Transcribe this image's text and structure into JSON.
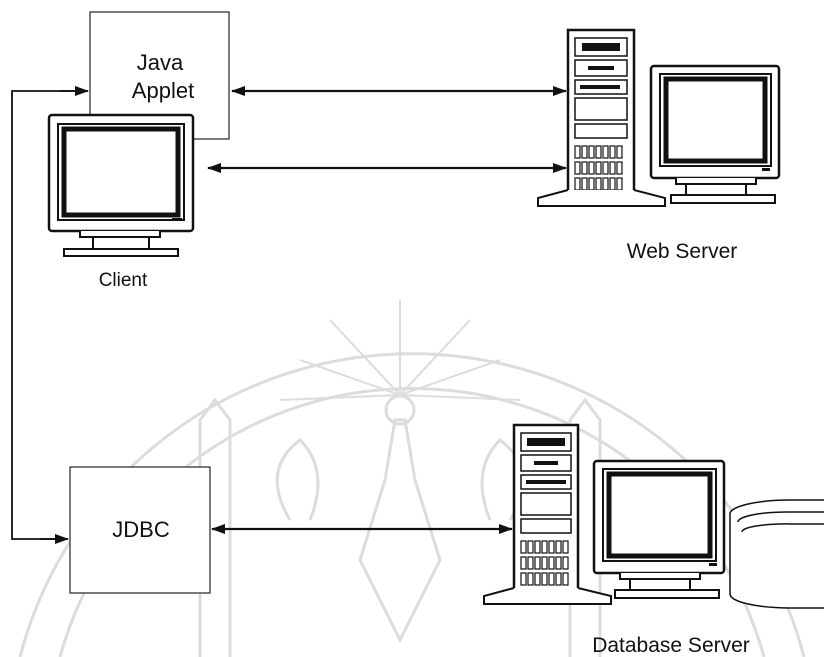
{
  "labels": {
    "applet_line1": "Java",
    "applet_line2": "Applet",
    "client": "Client",
    "web_server": "Web Server",
    "jdbc": "JDBC",
    "database_server": "Database Server"
  },
  "watermark": {
    "description_color": "#d9d9d9"
  }
}
